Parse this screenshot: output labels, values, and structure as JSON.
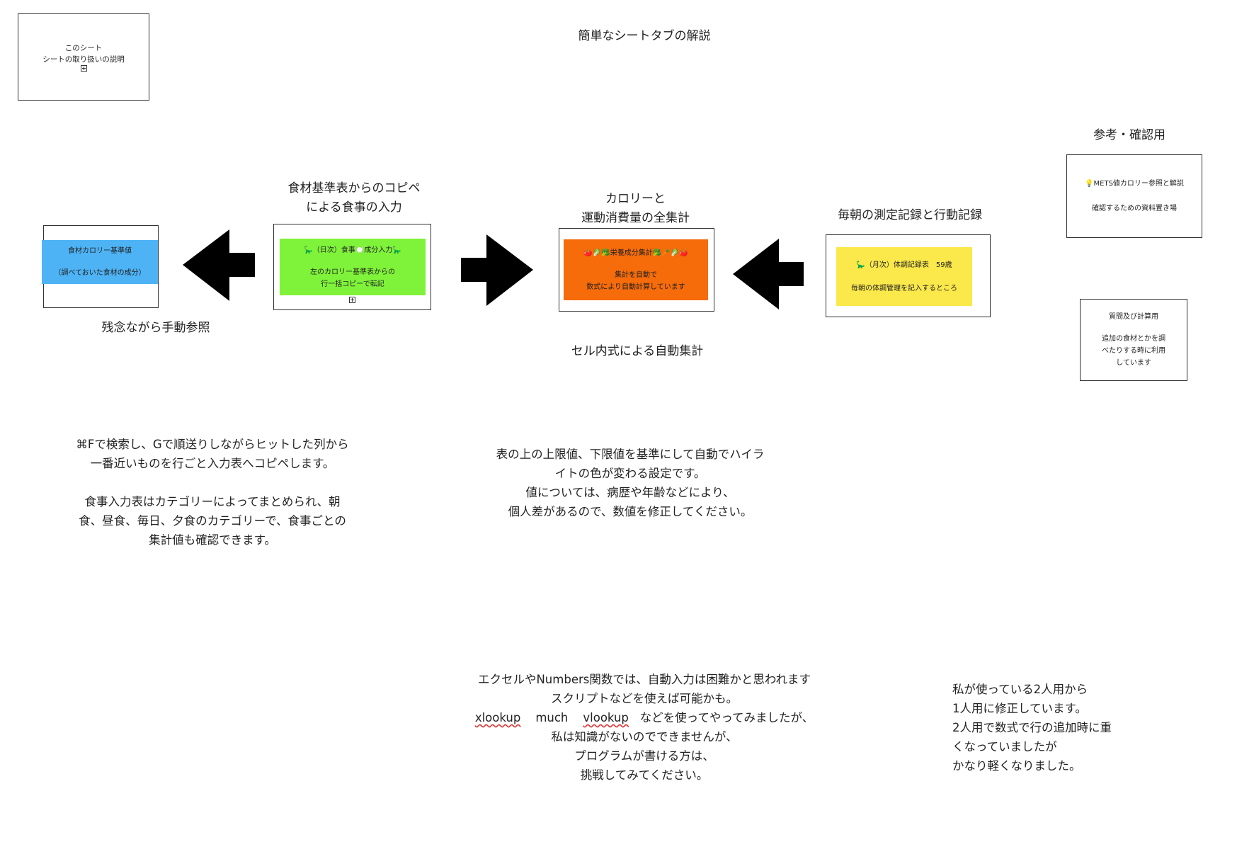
{
  "page_title": "簡単なシートタブの解説",
  "sheet_note": {
    "line1": "このシート",
    "line2": "シートの取り扱いの説明"
  },
  "reference": {
    "heading": "参考・確認用",
    "mets": {
      "line1": "💡METS値カロリー参照と解説",
      "line2": "確認するための資料置き場"
    },
    "questions": {
      "line1": "質問及び計算用",
      "line2": "追加の食材とかを調",
      "line3": "べたりする時に利用",
      "line4": "しています"
    }
  },
  "food_base": {
    "line1": "食材カロリー基準値",
    "line2": "（調べておいた食材の成分）",
    "color": "#4db3f5",
    "caption": "残念ながら手動参照"
  },
  "daily_input": {
    "heading_line1": "食材基準表からのコピペ",
    "heading_line2": "による食事の入力",
    "line1": "🦕（日次）食事🍽️成分入力🦕",
    "line2": "左のカロリー基準表からの",
    "line3": "行一括コピーで転記",
    "color": "#7ff33a"
  },
  "summary": {
    "heading_line1": "カロリーと",
    "heading_line2": "運動消費量の全集計",
    "line1": "🍅🥬🥦栄養成分集計🥦🥕🥬🍅",
    "line2": "集計を自動で",
    "line3": "数式により自動計算しています",
    "color": "#f66b0a",
    "caption": "セル内式による自動集計"
  },
  "monthly": {
    "heading": "毎朝の測定記録と行動記録",
    "line1": "🦕（月次）体調記録表　59歳",
    "line2": "毎朝の体調管理を記入するところ",
    "color": "#fbe84a"
  },
  "notes": {
    "left": [
      "⌘Fで検索し、Gで順送りしながらヒットした列から",
      "一番近いものを行ごと入力表へコピペします。",
      "",
      "食事入力表はカテゴリーによってまとめられ、朝",
      "食、昼食、毎日、夕食のカテゴリーで、食事ごとの",
      "集計値も確認できます。"
    ],
    "center": [
      "表の上の上限値、下限値を基準にして自動でハイラ",
      "イトの色が変わる設定です。",
      "値については、病歴や年齢などにより、",
      "個人差があるので、数値を修正してください。"
    ],
    "bottom_center": {
      "line1": "エクセルやNumbers関数では、自動入力は困難かと思われます",
      "line2": "スクリプトなどを使えば可能かも。",
      "fn1": "xlookup",
      "fn2": "much",
      "fn3": "vlookup",
      "line3_rest": "などを使ってやってみましたが、",
      "line4": "私は知識がないのでできませんが、",
      "line5": "プログラムが書ける方は、",
      "line6": "挑戦してみてください。"
    },
    "bottom_right": [
      "私が使っている2人用から",
      "1人用に修正しています。",
      "2人用で数式で行の追加時に重",
      "くなっていましたが",
      "かなり軽くなりました。"
    ]
  }
}
